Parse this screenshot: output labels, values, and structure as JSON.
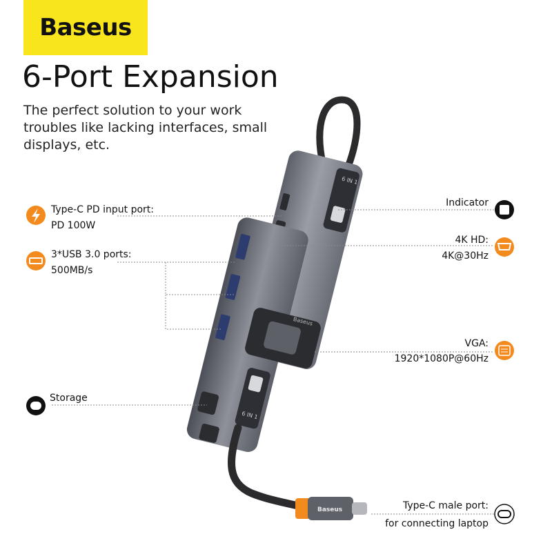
{
  "brand": {
    "logo_text": "Baseus",
    "accent": "#f9e51c",
    "orange": "#f28a1e"
  },
  "headline": "6-Port Expansion",
  "subtitle": "The perfect solution to your work troubles like lacking interfaces, small displays, etc.",
  "device": {
    "label_top": "6 IN 1",
    "label_side": "Baseus",
    "label_plug": "Baseus"
  },
  "callouts": {
    "typec_pd": {
      "title": "Type-C PD input port:",
      "value": "PD 100W",
      "icon": "lightning-icon"
    },
    "usb": {
      "title": "3*USB 3.0 ports:",
      "value": "500MB/s",
      "icon": "usb-port-icon"
    },
    "storage": {
      "title": "Storage",
      "icon": "storage-icon"
    },
    "indicator": {
      "title": "Indicator",
      "icon": "indicator-icon"
    },
    "hdmi": {
      "title": "4K HD:",
      "value": "4K@30Hz",
      "icon": "hdmi-icon"
    },
    "vga": {
      "title": "VGA:",
      "value": "1920*1080P@60Hz",
      "icon": "vga-icon"
    },
    "typec_male": {
      "title": "Type-C male port:",
      "value": "for connecting laptop",
      "icon": "typec-icon"
    }
  }
}
